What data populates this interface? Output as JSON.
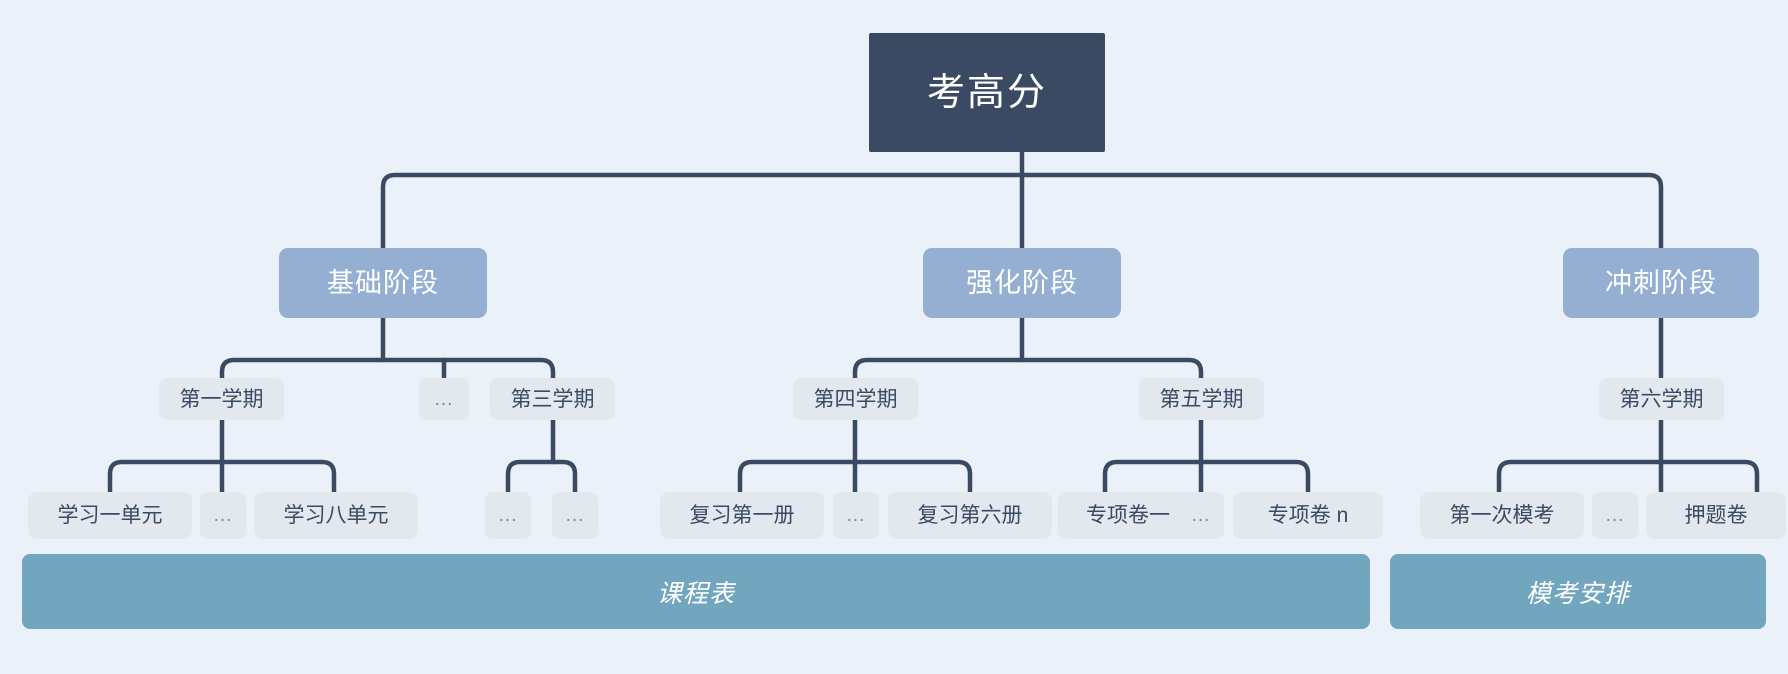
{
  "diagram": {
    "title_node": {
      "label": "考高分"
    },
    "background_color": "#eaf1f8",
    "colors": {
      "root_fill": "#3a4a63",
      "stage_fill": "#94afd1",
      "node_fill": "#e3e8ef",
      "node_text": "#3a4a63",
      "connector": "#3a4a63",
      "bar_fill": "#72a6bf",
      "bar_text": "#ffffff"
    },
    "stages": [
      {
        "label": "基础阶段",
        "terms": [
          {
            "label": "第一学期",
            "items": [
              {
                "label": "学习一单元"
              },
              {
                "label": "..."
              },
              {
                "label": "学习八单元"
              }
            ]
          },
          {
            "label": "..."
          },
          {
            "label": "第三学期",
            "items": [
              {
                "label": "..."
              },
              {
                "label": "..."
              }
            ]
          }
        ]
      },
      {
        "label": "强化阶段",
        "terms": [
          {
            "label": "第四学期",
            "items": [
              {
                "label": "复习第一册"
              },
              {
                "label": "..."
              },
              {
                "label": "复习第六册"
              }
            ]
          },
          {
            "label": "第五学期",
            "items": [
              {
                "label": "专项卷一"
              },
              {
                "label": "..."
              },
              {
                "label": "专项卷 n"
              }
            ]
          }
        ]
      },
      {
        "label": "冲刺阶段",
        "terms": [
          {
            "label": "第六学期",
            "items": [
              {
                "label": "第一次模考"
              },
              {
                "label": "..."
              },
              {
                "label": "押题卷"
              }
            ]
          }
        ]
      }
    ],
    "bars": [
      {
        "label": "课程表"
      },
      {
        "label": "模考安排"
      }
    ]
  }
}
